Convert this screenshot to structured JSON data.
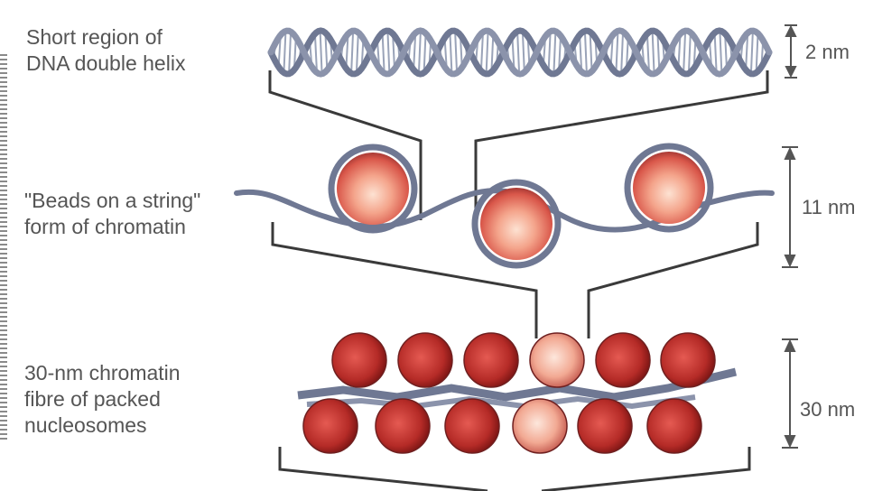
{
  "labels": {
    "dna_line1": "Short region of",
    "dna_line2": "DNA double helix",
    "beads_line1": "\"Beads on a string\"",
    "beads_line2": "form of chromatin",
    "fibre_line1": "30-nm chromatin",
    "fibre_line2": "fibre of packed",
    "fibre_line3": "nucleosomes"
  },
  "dimensions": {
    "dna": "2 nm",
    "beads": "11 nm",
    "fibre": "30 nm"
  },
  "colors": {
    "text": "#555555",
    "line": "#3a3a3a",
    "dna_strand": "#6f7893",
    "bead_light": "#f9c9b3",
    "bead_mid": "#e9735d",
    "bead_dark": "#b8342e",
    "nucleosome_dark": "#a01f1c"
  }
}
